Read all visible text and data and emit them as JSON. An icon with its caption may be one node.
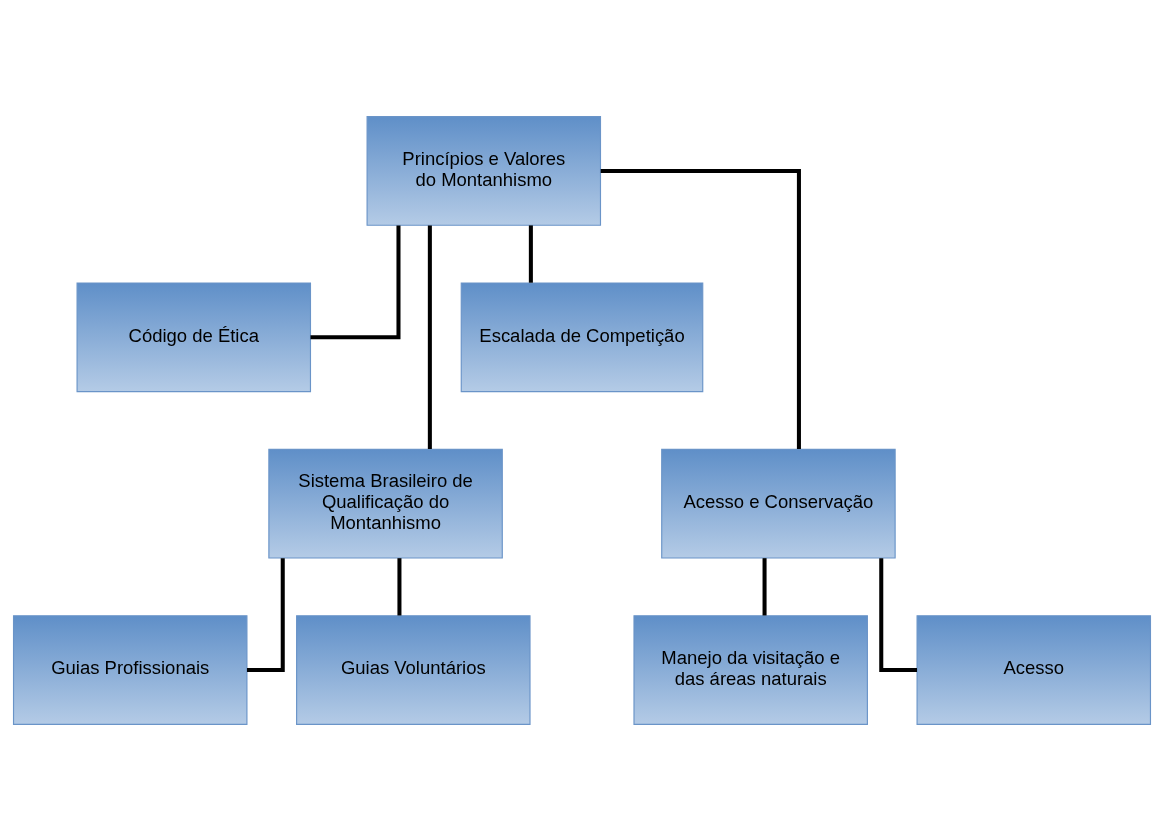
{
  "diagram": {
    "nodes": [
      {
        "text": [
          "Princípios e Valores do Montanhismo"
        ]
      },
      {
        "text": [
          "Código de Ética"
        ]
      },
      {
        "text": [
          "Sistema Brasileiro de Qualificação do Montanhismo"
        ]
      },
      {
        "text": [
          "Escalada de Competição"
        ]
      },
      {
        "text": [
          "Acesso e Conservação"
        ]
      },
      {
        "text": [
          "Guias Profissionais"
        ]
      },
      {
        "text": [
          "Guias Voluntários"
        ]
      },
      {
        "text": [
          "Manejo da visitação e das áreas naturais"
        ]
      },
      {
        "text": [
          "Acesso"
        ]
      }
    ],
    "edges": [
      {
        "from": 0,
        "to": 1,
        "arrow": "none"
      },
      {
        "from": 0,
        "to": 2,
        "arrow": "none"
      },
      {
        "from": 0,
        "to": 3,
        "arrow": "none"
      },
      {
        "from": 0,
        "to": 4,
        "arrow": "none"
      },
      {
        "from": 2,
        "to": 5,
        "arrow": "none"
      },
      {
        "from": 2,
        "to": 6,
        "arrow": "none"
      },
      {
        "from": 4,
        "to": 7,
        "arrow": "none"
      },
      {
        "from": 4,
        "to": 8,
        "arrow": "none"
      }
    ]
  }
}
